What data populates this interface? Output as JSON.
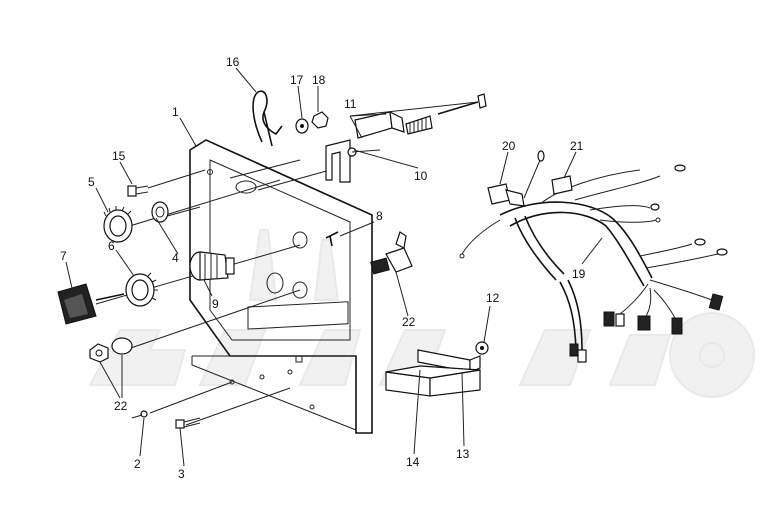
{
  "diagram": {
    "callouts": {
      "c1": "1",
      "c2": "2",
      "c3": "3",
      "c4": "4",
      "c5": "5",
      "c6": "6",
      "c7": "7",
      "c8": "8",
      "c9": "9",
      "c10": "10",
      "c11": "11",
      "c12": "12",
      "c13": "13",
      "c14": "14",
      "c15": "15",
      "c16": "16",
      "c17": "17",
      "c18": "18",
      "c19": "19",
      "c20": "20",
      "c21": "21",
      "c22a": "22",
      "c22b": "22"
    }
  }
}
